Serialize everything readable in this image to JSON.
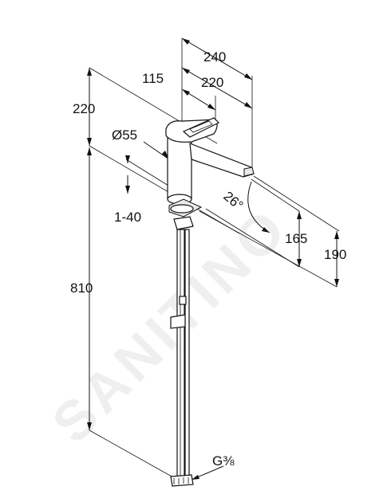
{
  "watermark": "SANITINO",
  "dimensions": {
    "reach_total": "240",
    "reach_spout": "220",
    "lever": "115",
    "height_above": "220",
    "diameter": "Ø55",
    "deck_thickness": "1-40",
    "angle": "26°",
    "spout_height": "165",
    "outlet_height": "190",
    "hose_length": "810",
    "connection": "G⅜"
  }
}
